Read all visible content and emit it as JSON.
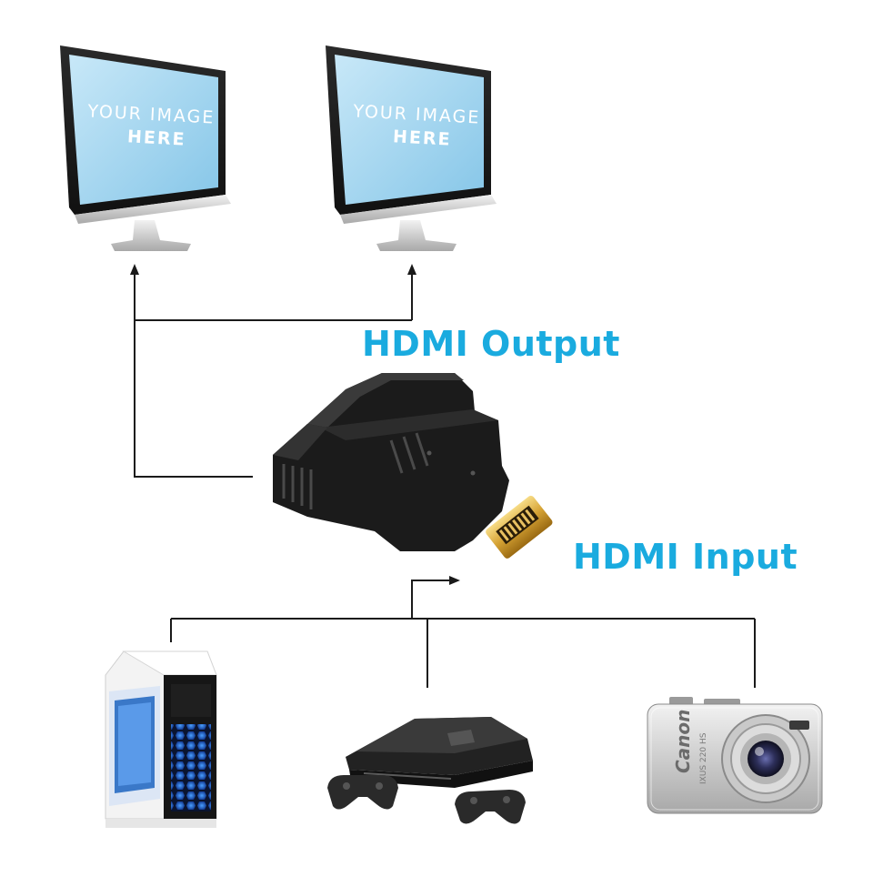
{
  "labels": {
    "output": "HDMI Output",
    "input": "HDMI Input"
  },
  "monitors": [
    {
      "screen_line1": "YOUR IMAGE",
      "screen_line2": "HERE"
    },
    {
      "screen_line1": "YOUR IMAGE",
      "screen_line2": "HERE"
    }
  ],
  "camera": {
    "brand": "Canon",
    "model": "IXUS 220 HS"
  },
  "colors": {
    "label": "#1aabdf",
    "line": "#1a1a1a",
    "screen": "#a9d8f2",
    "adapter": "#161616",
    "connector": "#d9a935"
  },
  "icons": [
    "monitor-icon",
    "monitor-icon",
    "hdmi-splitter-adapter",
    "pc-tower-icon",
    "game-console-icon",
    "camera-icon"
  ]
}
